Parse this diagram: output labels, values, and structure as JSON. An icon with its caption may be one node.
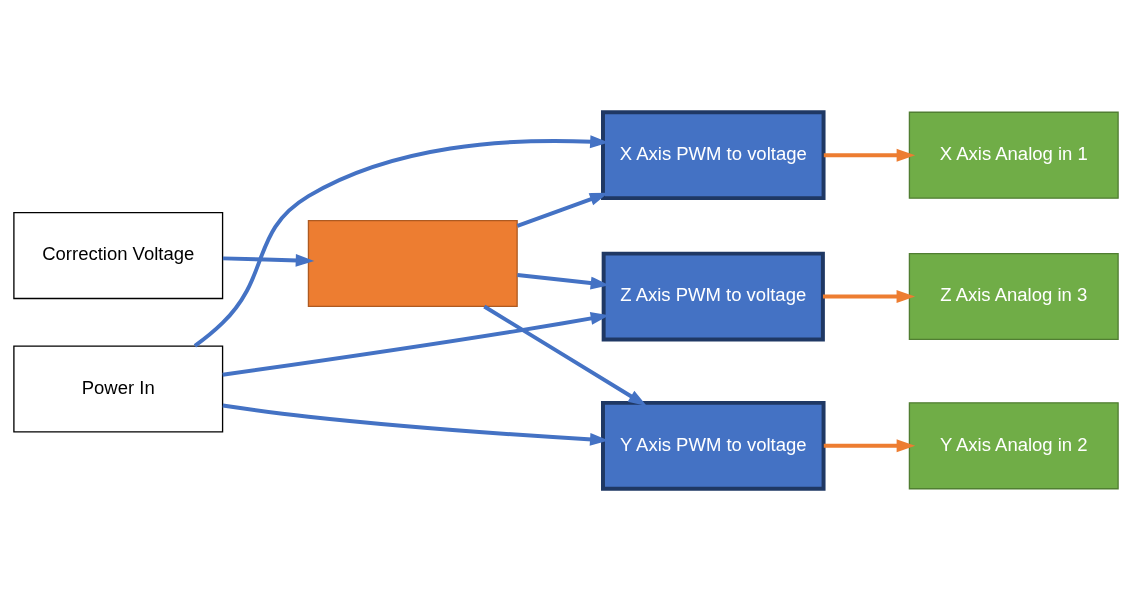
{
  "diagram": {
    "nodes": [
      {
        "text": [
          "Power In"
        ]
      },
      {
        "text": [
          "X Axis PWM to voltage"
        ]
      },
      {
        "text": [
          "Y Axis PWM to voltage"
        ]
      },
      {
        "text": [
          "Z Axis PWM to voltage"
        ]
      },
      {
        "text": [
          "X Axis Analog in 1"
        ]
      },
      {
        "text": [
          "Y Axis Analog in 2"
        ]
      },
      {
        "text": [
          "Z Axis Analog in 3"
        ]
      },
      {
        "text": [
          "Correction Voltage"
        ]
      },
      {
        "text": [],
        "shape": "box"
      }
    ],
    "edges": [
      {
        "from": 0,
        "to": 1,
        "arrow": "to"
      },
      {
        "from": 0,
        "to": 2,
        "arrow": "to"
      },
      {
        "from": 0,
        "to": 3,
        "arrow": "to"
      },
      {
        "from": 1,
        "to": 4,
        "arrow": "to",
        "color": "#ed7d31"
      },
      {
        "from": 2,
        "to": 5,
        "arrow": "to",
        "color": "#ed7d31"
      },
      {
        "from": 3,
        "to": 6,
        "arrow": "to",
        "color": "#ed7d31"
      },
      {
        "from": 7,
        "to": 8,
        "arrow": "to"
      },
      {
        "from": 8,
        "to": 3,
        "arrow": "to"
      },
      {
        "from": 8,
        "to": 2,
        "arrow": "to"
      },
      {
        "from": 8,
        "to": 1,
        "arrow": "to"
      }
    ]
  }
}
